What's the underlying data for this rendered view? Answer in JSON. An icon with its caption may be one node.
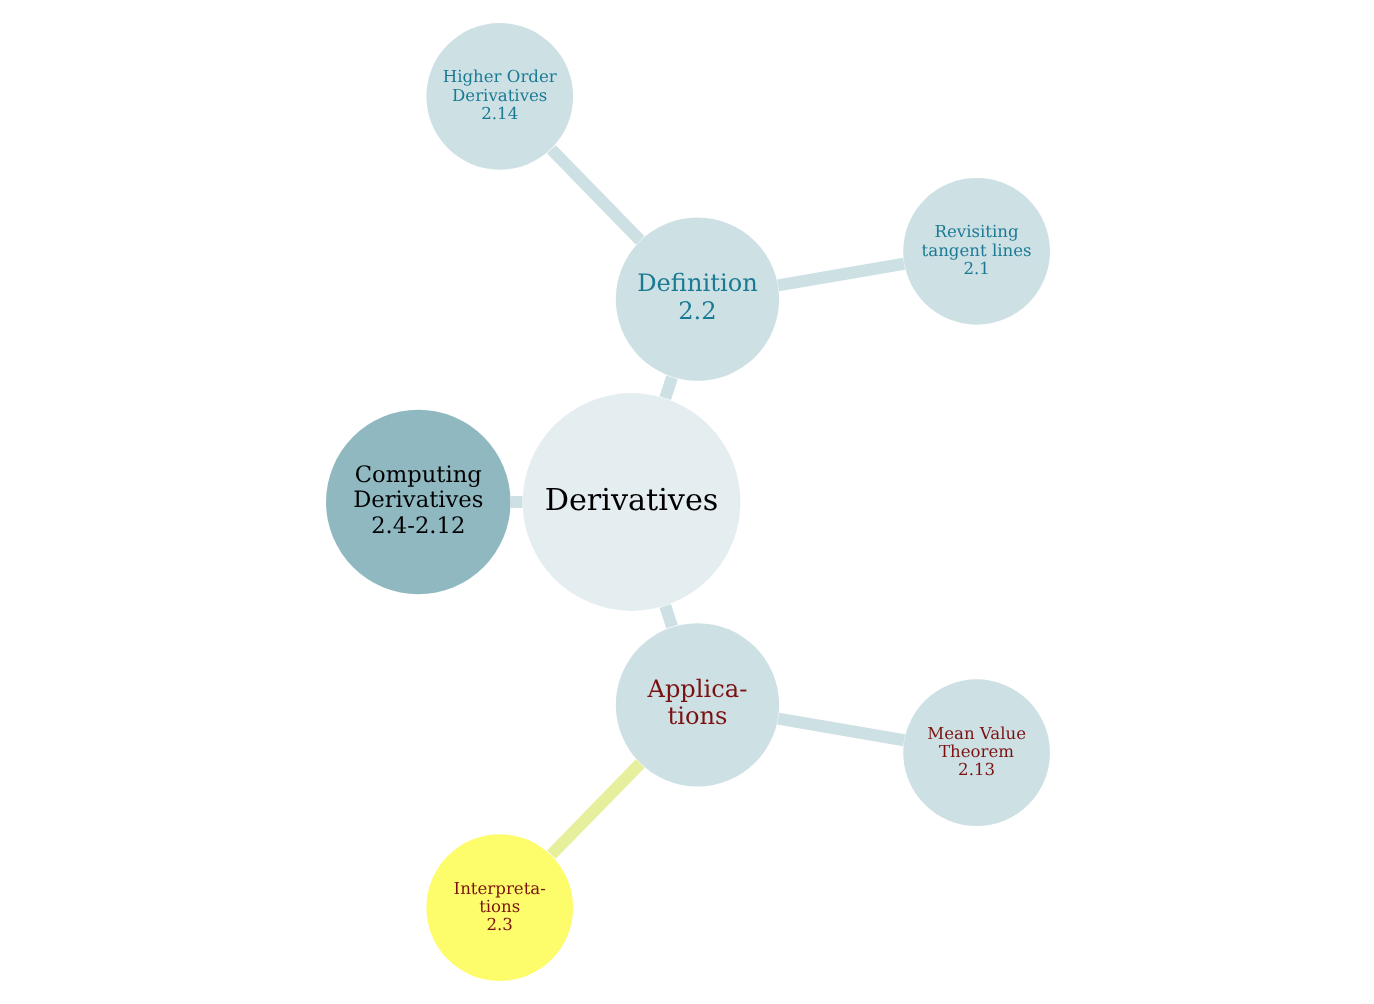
{
  "diagram": {
    "nodes": [
      {
        "text": [
          "Derivatives"
        ]
      },
      {
        "text": [
          "Definition",
          "2.2"
        ]
      },
      {
        "text": [
          "Revisiting tangent lines",
          "2.1"
        ]
      },
      {
        "text": [
          "Higher Order Derivatives",
          "2.14"
        ]
      },
      {
        "text": [
          "Computing Derivatives",
          "2.4-2.12"
        ]
      },
      {
        "text": [
          "Applica- tions"
        ]
      },
      {
        "text": [
          "Interpreta- tions",
          "2.3"
        ]
      },
      {
        "text": [
          "Mean Value Theorem",
          "2.13"
        ]
      }
    ],
    "edges": [
      {
        "from": 0,
        "to": 1,
        "arrow": "none"
      },
      {
        "from": 1,
        "to": 2,
        "arrow": "none"
      },
      {
        "from": 1,
        "to": 3,
        "arrow": "none"
      },
      {
        "from": 0,
        "to": 4,
        "arrow": "none"
      },
      {
        "from": 0,
        "to": 5,
        "arrow": "none"
      },
      {
        "from": 5,
        "to": 6,
        "arrow": "none",
        "color": "#e6ef9c"
      },
      {
        "from": 5,
        "to": 7,
        "arrow": "none"
      }
    ]
  }
}
